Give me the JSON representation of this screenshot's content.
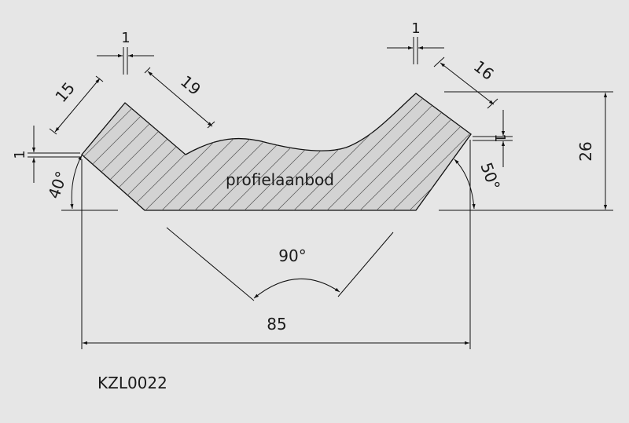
{
  "drawing": {
    "watermark": "profielaanbod",
    "part_code": "KZL0022",
    "colors": {
      "background": "#e6e6e6",
      "profile_fill": "#d3d3d3",
      "line": "#111111"
    },
    "dimensions": {
      "top_left_gap": "1",
      "top_right_gap": "1",
      "left_flank": "15",
      "left_slope": "19",
      "right_slope": "16",
      "left_height": "1",
      "right_height": "1",
      "total_height": "26",
      "left_angle": "40°",
      "right_angle": "50°",
      "groove_angle": "90°",
      "total_width": "85"
    }
  }
}
